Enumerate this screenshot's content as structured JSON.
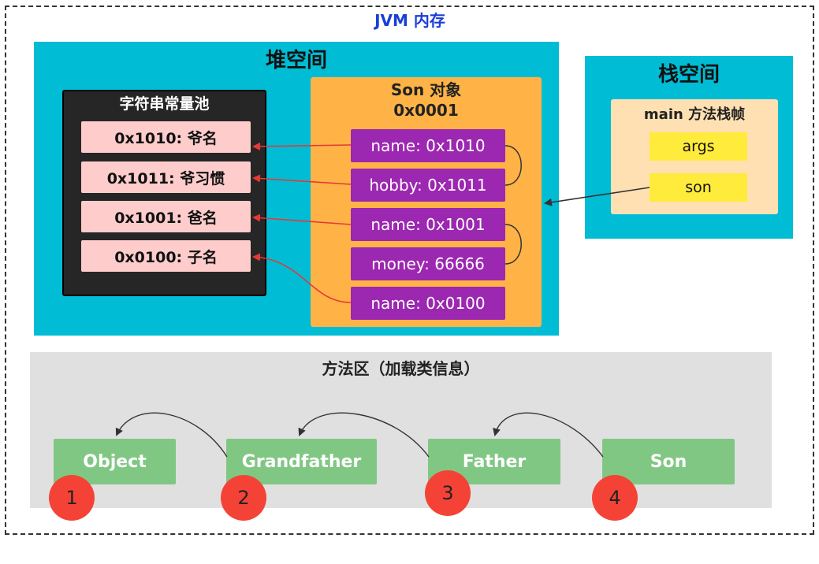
{
  "jvm": {
    "title": "JVM 内存"
  },
  "heap": {
    "title": "堆空间",
    "string_pool": {
      "title": "字符串常量池",
      "entries": [
        "0x1010: 爷名",
        "0x1011: 爷习惯",
        "0x1001: 爸名",
        "0x0100: 子名"
      ]
    },
    "son_object": {
      "title": "Son 对象",
      "address": "0x0001",
      "fields": [
        "name: 0x1010",
        "hobby: 0x1011",
        "name: 0x1001",
        "money: 66666",
        "name: 0x0100"
      ]
    }
  },
  "stack": {
    "title": "栈空间",
    "frame": {
      "title": "main 方法栈帧",
      "vars": [
        "args",
        "son"
      ]
    }
  },
  "method_area": {
    "title": "方法区（加载类信息）",
    "classes": [
      "Object",
      "Grandfather",
      "Father",
      "Son"
    ],
    "order": [
      "1",
      "2",
      "3",
      "4"
    ]
  },
  "colors": {
    "heap": "#00bcd4",
    "string_pool": "#262626",
    "pool_entry": "#ffcccc",
    "son_object": "#ffb347",
    "field": "#9c27b0",
    "stack_frame": "#ffe0b2",
    "var": "#ffeb3b",
    "method_area": "#e0e0e0",
    "class_box": "#81c784",
    "order_badge": "#f44336",
    "title_blue": "#1a3fd6",
    "ref_arrow": "#e53935"
  }
}
